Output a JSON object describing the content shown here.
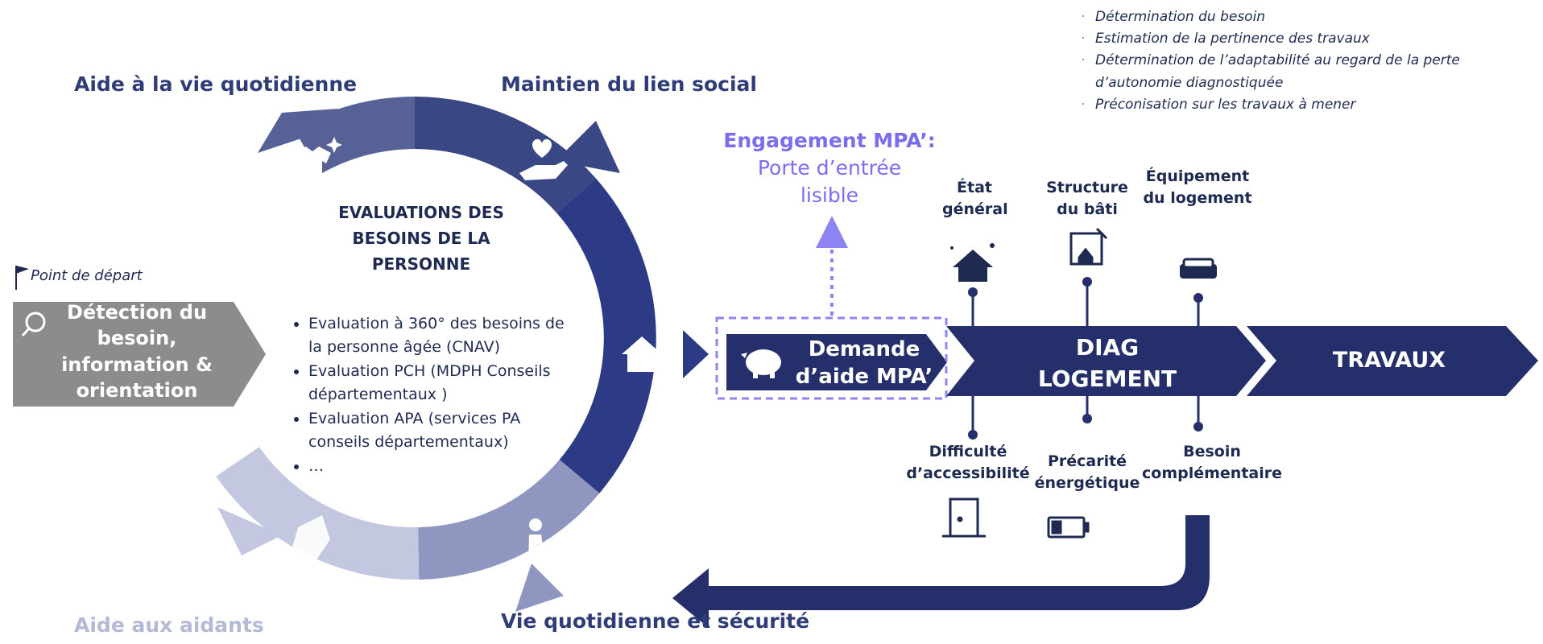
{
  "start": {
    "flag_label": "Point de départ",
    "detection_label": "Détection du besoin, information & orientation"
  },
  "ring": {
    "segments": {
      "top_left": "Aide à la vie quotidienne",
      "top_right": "Maintien du lien social",
      "bottom_left": "Aide aux aidants",
      "bottom_right": "Vie quotidienne et sécurité"
    },
    "center_title": "EVALUATIONS DES BESOINS DE LA PERSONNE",
    "evaluations": [
      "Evaluation à 360° des besoins de la personne âgée (CNAV)",
      "Evaluation PCH (MDPH Conseils départementaux )",
      "Evaluation APA (services PA conseils départementaux)",
      "…"
    ]
  },
  "engagement": {
    "title": "Engagement MPA’:",
    "subtitle": "Porte d’entrée lisible"
  },
  "flow": {
    "demande": "Demande d’aide MPA’",
    "diag": "DIAG LOGEMENT",
    "travaux": "TRAVAUX"
  },
  "diag_tasks": [
    "Détermination du besoin",
    "Estimation de la pertinence des travaux",
    "Détermination de l’adaptabilité au regard de la perte d’autonomie diagnostiquée",
    "Préconisation sur les travaux à mener"
  ],
  "diag_features_top": [
    "État général",
    "Structure du bâti",
    "Équipement du logement"
  ],
  "diag_features_bottom": [
    "Difficulté d’accessibilité",
    "Précarité énergétique",
    "Besoin complémentaire"
  ],
  "icons": [
    "search-icon",
    "flag-icon",
    "clothes-icon",
    "heart-hand-icon",
    "home-icon",
    "elderly-person-icon",
    "aidant-icon",
    "piggy-bank-icon",
    "house-sparkle-icon",
    "blueprint-icon",
    "sofa-icon",
    "door-icon",
    "battery-icon"
  ],
  "colors": {
    "navy": "#252f6b",
    "ring_dark": "#39468a",
    "ring_mid": "#5a66a6",
    "ring_light": "#aeb3d4",
    "gray_arrow": "#8c8c8c",
    "purple": "#7a6df0"
  }
}
